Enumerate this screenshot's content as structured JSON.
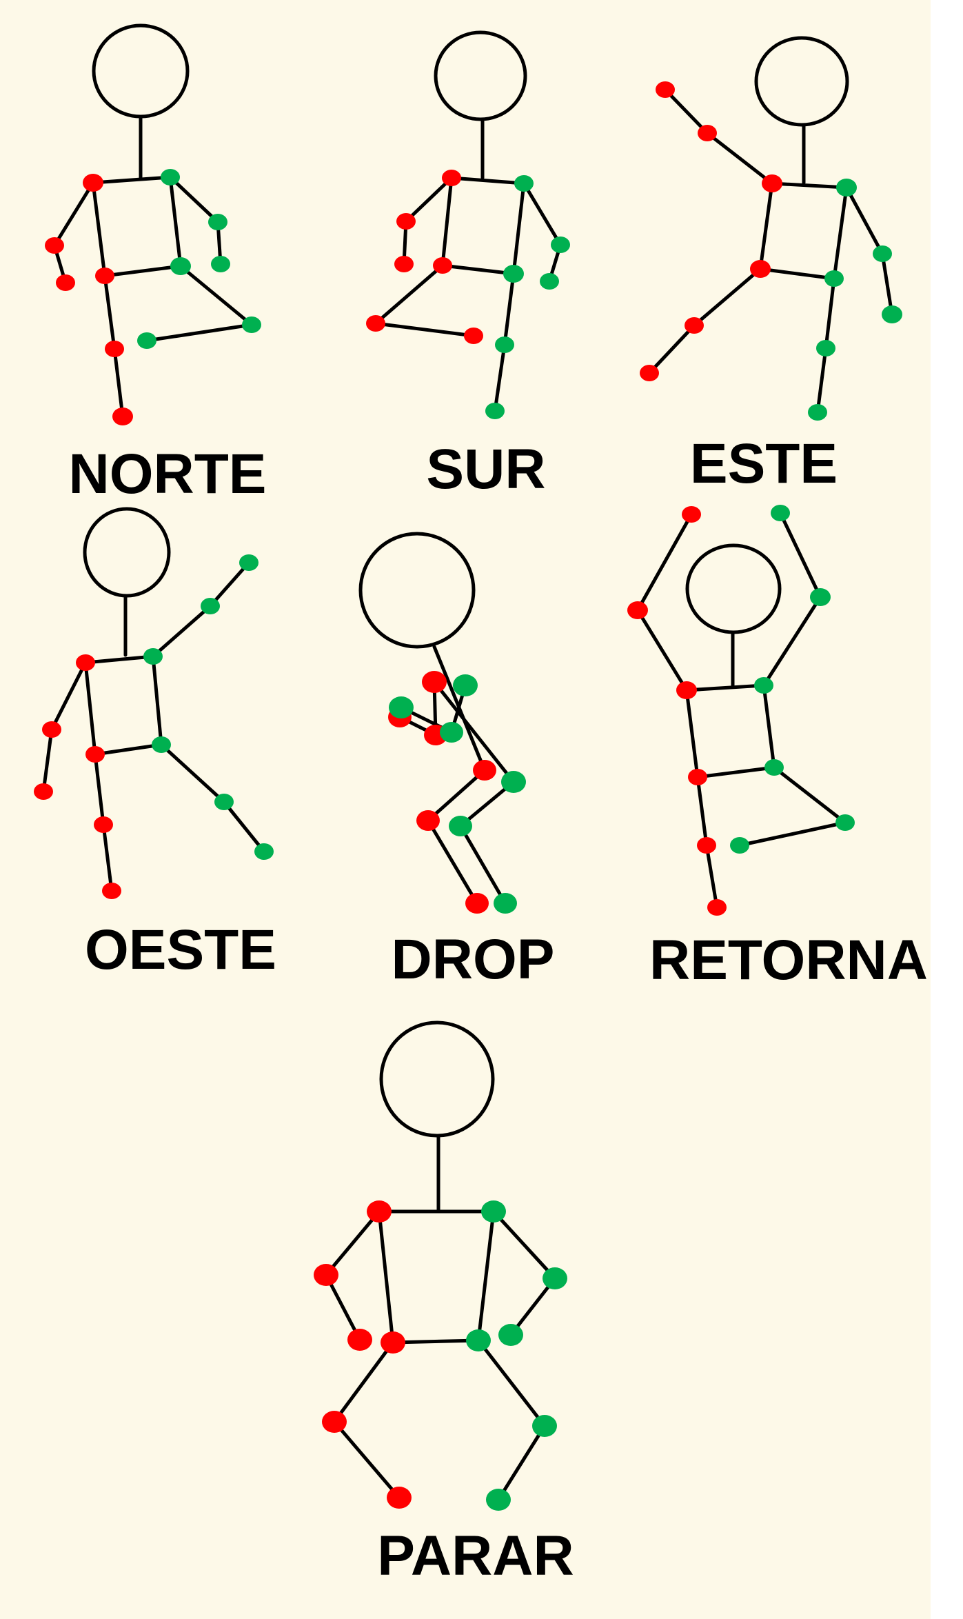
{
  "colors": {
    "background": "#fdf9e8",
    "stroke": "#000000",
    "left_joint": "#ff0000",
    "right_joint": "#00b050"
  },
  "poses": [
    {
      "id": "norte",
      "label": "NORTE"
    },
    {
      "id": "sur",
      "label": "SUR"
    },
    {
      "id": "este",
      "label": "ESTE"
    },
    {
      "id": "oeste",
      "label": "OESTE"
    },
    {
      "id": "drop",
      "label": "DROP"
    },
    {
      "id": "retorna",
      "label": "RETORNA"
    },
    {
      "id": "parar",
      "label": "PARAR"
    }
  ]
}
